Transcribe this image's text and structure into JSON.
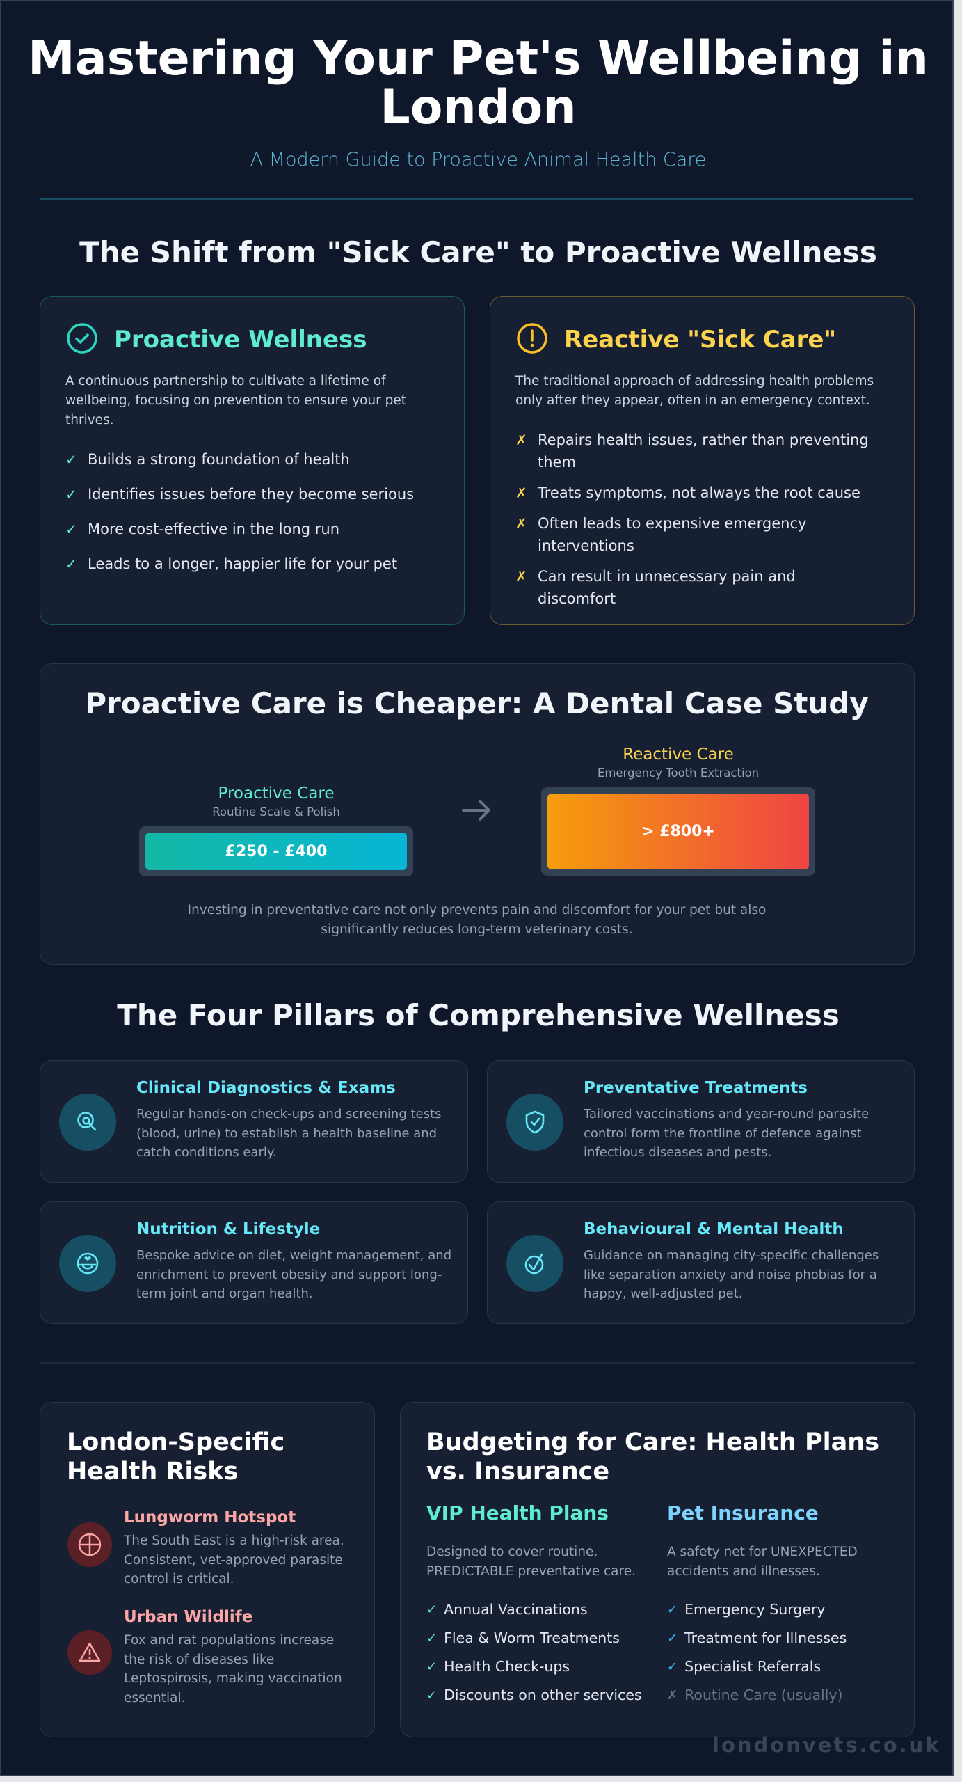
{
  "header": {
    "title_line1": "Mastering Your Pet's Wellbeing in",
    "title_line2": "London",
    "subtitle": "A Modern Guide to Proactive Animal Health Care"
  },
  "shift": {
    "heading": "The Shift from \"Sick Care\" to Proactive Wellness",
    "proactive": {
      "icon": "check-circle-icon",
      "title": "Proactive Wellness",
      "description": "A continuous partnership to cultivate a lifetime of wellbeing, focusing on prevention to ensure your pet thrives.",
      "mark": "✓",
      "items": [
        "Builds a strong foundation of health",
        "Identifies issues before they become serious",
        "More cost-effective in the long run",
        "Leads to a longer, happier life for your pet"
      ]
    },
    "reactive": {
      "icon": "alert-circle-icon",
      "title": "Reactive \"Sick Care\"",
      "description": "The traditional approach of addressing health problems only after they appear, often in an emergency context.",
      "mark": "✗",
      "items": [
        "Repairs health issues, rather than preventing them",
        "Treats symptoms, not always the root cause",
        "Often leads to expensive emergency interventions",
        "Can result in unnecessary pain and discomfort"
      ]
    }
  },
  "case_study": {
    "heading": "Proactive Care is Cheaper: A Dental Case Study",
    "proactive": {
      "label": "Proactive Care",
      "sub": "Routine Scale & Polish",
      "cost": "£250 - £400"
    },
    "arrow": "→",
    "reactive": {
      "label": "Reactive Care",
      "sub": "Emergency Tooth Extraction",
      "cost": "> £800+"
    },
    "note_line1": "Investing in preventative care not only prevents pain and discomfort for your pet but also",
    "note_line2": "significantly reduces long-term veterinary costs."
  },
  "pillars": {
    "heading": "The Four Pillars of Comprehensive Wellness",
    "items": [
      {
        "icon": "magnifier-icon",
        "title": "Clinical Diagnostics & Exams",
        "text": "Regular hands-on check-ups and screening tests (blood, urine) to establish a health baseline and catch conditions early."
      },
      {
        "icon": "shield-check-icon",
        "title": "Preventative Treatments",
        "text": "Tailored vaccinations and year-round parasite control form the frontline of defence against infectious diseases and pests."
      },
      {
        "icon": "food-bowl-heart-icon",
        "title": "Nutrition & Lifestyle",
        "text": "Bespoke advice on diet, weight management, and enrichment to prevent obesity and support long-term joint and organ health."
      },
      {
        "icon": "mind-check-icon",
        "title": "Behavioural & Mental Health",
        "text": "Guidance on managing city-specific challenges like separation anxiety and noise phobias for a happy, well-adjusted pet."
      }
    ]
  },
  "risks": {
    "heading_line1": "London-Specific",
    "heading_line2": "Health Risks",
    "items": [
      {
        "icon": "crosshair-icon",
        "title": "Lungworm Hotspot",
        "text": "The South East is a high-risk area. Consistent, vet-approved parasite control is critical."
      },
      {
        "icon": "warning-triangle-icon",
        "title": "Urban Wildlife",
        "text": "Fox and rat populations increase the risk of diseases like Leptospirosis, making vaccination essential."
      }
    ]
  },
  "budget": {
    "heading_line1": "Budgeting for Care: Health Plans",
    "heading_line2": "vs. Insurance",
    "plans": {
      "title": "VIP Health Plans",
      "description": "Designed to cover routine, PREDICTABLE preventative care.",
      "items": [
        {
          "mark": "✓",
          "text": "Annual Vaccinations"
        },
        {
          "mark": "✓",
          "text": "Flea & Worm Treatments"
        },
        {
          "mark": "✓",
          "text": "Health Check-ups"
        },
        {
          "mark": "✓",
          "text": "Discounts on other services"
        }
      ]
    },
    "insurance": {
      "title": "Pet Insurance",
      "description": "A safety net for UNEXPECTED accidents and illnesses.",
      "items": [
        {
          "mark": "✓",
          "text": "Emergency Surgery"
        },
        {
          "mark": "✓",
          "text": "Treatment for Illnesses"
        },
        {
          "mark": "✓",
          "text": "Specialist Referrals"
        },
        {
          "mark": "✗",
          "text": "Routine Care (usually)"
        }
      ]
    }
  },
  "footer": {
    "watermark": "londonvets.co.uk"
  },
  "colors": {
    "background": "#0f172a",
    "card": "#172033",
    "teal": "#5eead4",
    "gold": "#fcd34d",
    "cyan": "#67e8f9",
    "sky": "#7dd3fc",
    "rose": "#fca5a5",
    "proactive_gradient": [
      "#14b8a6",
      "#06b6d4"
    ],
    "reactive_gradient": [
      "#f59e0b",
      "#ef4444"
    ]
  }
}
